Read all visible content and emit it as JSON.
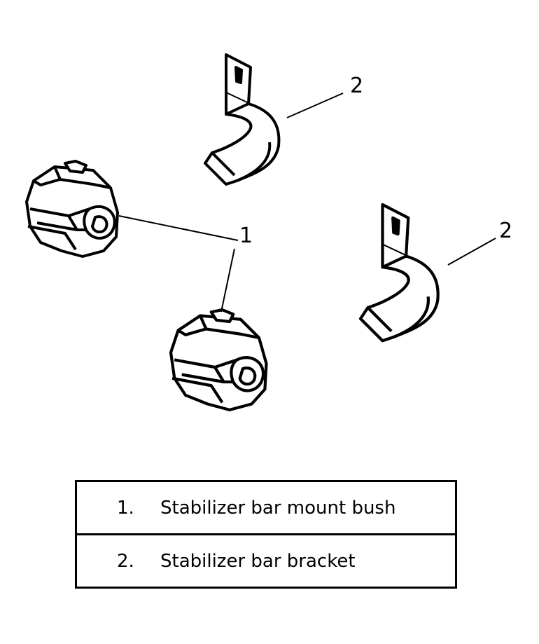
{
  "callouts": {
    "bush_label": "1",
    "bracket_top_label": "2",
    "bracket_right_label": "2"
  },
  "legend": {
    "rows": [
      {
        "number": "1.",
        "text": "Stabilizer bar mount bush"
      },
      {
        "number": "2.",
        "text": "Stabilizer bar bracket"
      }
    ]
  }
}
